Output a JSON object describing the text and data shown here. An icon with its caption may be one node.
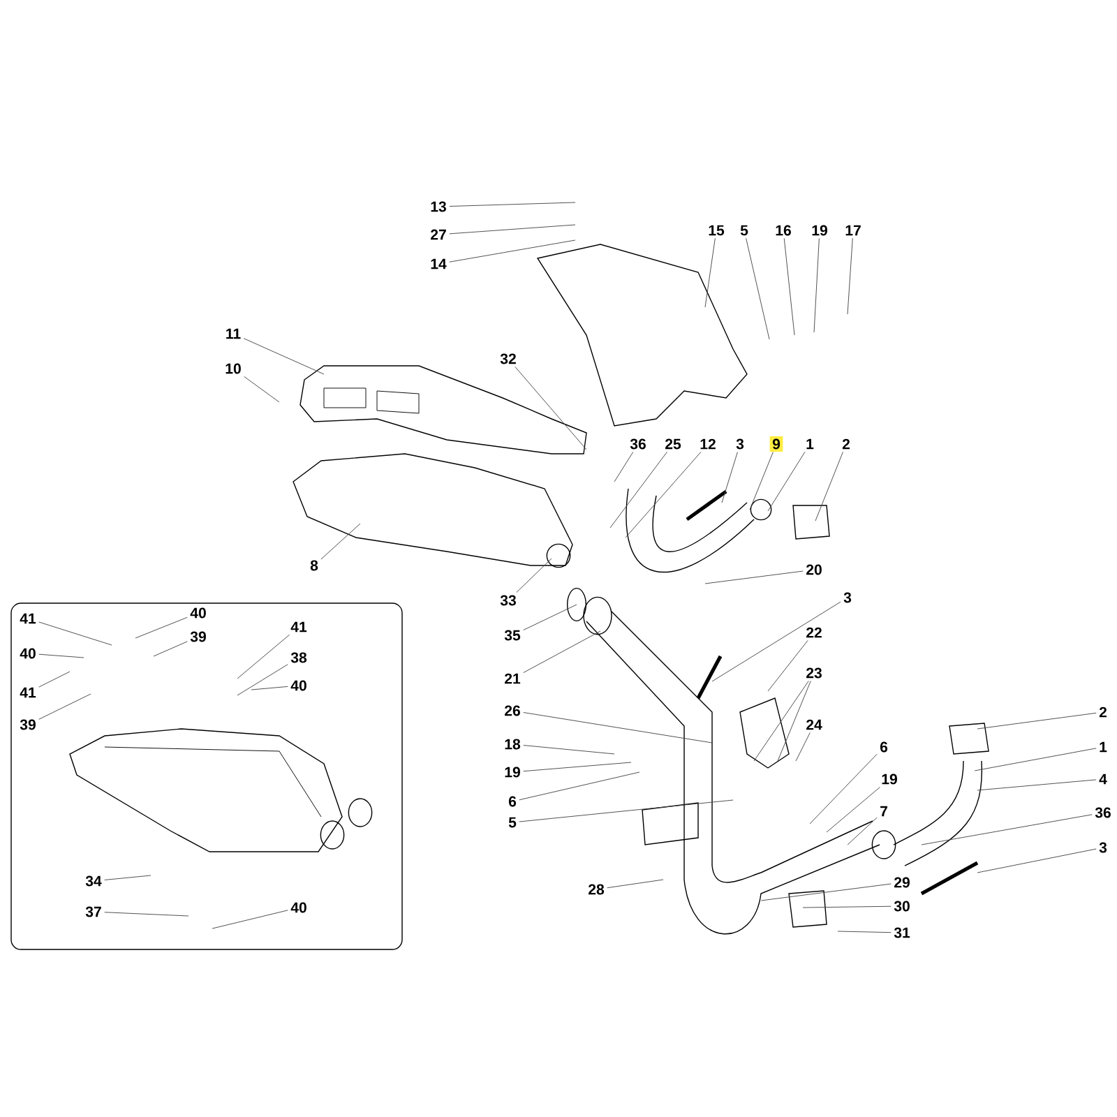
{
  "diagram": {
    "nodes": [
      {
        "text": [
          "13"
        ]
      },
      {
        "text": [
          "27"
        ]
      },
      {
        "text": [
          "14"
        ]
      },
      {
        "text": [
          "15"
        ]
      },
      {
        "text": [
          "5"
        ]
      },
      {
        "text": [
          "16"
        ]
      },
      {
        "text": [
          "19"
        ]
      },
      {
        "text": [
          "17"
        ]
      },
      {
        "text": [
          "11"
        ]
      },
      {
        "text": [
          "32"
        ]
      },
      {
        "text": [
          "10"
        ]
      },
      {
        "text": [
          "36"
        ]
      },
      {
        "text": [
          "25"
        ]
      },
      {
        "text": [
          "12"
        ]
      },
      {
        "text": [
          "3"
        ]
      },
      {
        "text": [
          "9"
        ]
      },
      {
        "text": [
          "1"
        ]
      },
      {
        "text": [
          "2"
        ]
      },
      {
        "text": [
          "8"
        ]
      },
      {
        "text": [
          "20"
        ]
      },
      {
        "text": [
          "33"
        ]
      },
      {
        "text": [
          "3"
        ]
      },
      {
        "text": [],
        "shape": "box"
      },
      {
        "text": [
          "41"
        ],
        "in": 22
      },
      {
        "text": [
          "40"
        ],
        "in": 22
      },
      {
        "text": [
          "39"
        ],
        "in": 22
      },
      {
        "text": [
          "41"
        ],
        "in": 22
      },
      {
        "text": [
          "40"
        ],
        "in": 22
      },
      {
        "text": [
          "38"
        ],
        "in": 22
      },
      {
        "text": [
          "40"
        ],
        "in": 22
      },
      {
        "text": [
          "41"
        ],
        "in": 22
      },
      {
        "text": [
          "39"
        ],
        "in": 22
      },
      {
        "text": [
          "34"
        ],
        "in": 22
      },
      {
        "text": [
          "37"
        ],
        "in": 22
      },
      {
        "text": [
          "40"
        ],
        "in": 22
      },
      {
        "text": [
          "35"
        ]
      },
      {
        "text": [
          "22"
        ]
      },
      {
        "text": [
          "23"
        ]
      },
      {
        "text": [
          "21"
        ]
      },
      {
        "text": [
          "26"
        ]
      },
      {
        "text": [
          "2"
        ]
      },
      {
        "text": [
          "24"
        ]
      },
      {
        "text": [
          "18"
        ]
      },
      {
        "text": [
          "6"
        ]
      },
      {
        "text": [
          "1"
        ]
      },
      {
        "text": [
          "19"
        ]
      },
      {
        "text": [
          "19"
        ]
      },
      {
        "text": [
          "4"
        ]
      },
      {
        "text": [
          "6"
        ]
      },
      {
        "text": [
          "7"
        ]
      },
      {
        "text": [
          "36"
        ]
      },
      {
        "text": [
          "5"
        ]
      },
      {
        "text": [
          "3"
        ]
      },
      {
        "text": [
          "29"
        ]
      },
      {
        "text": [
          "28"
        ]
      },
      {
        "text": [
          "30"
        ]
      },
      {
        "text": [
          "31"
        ]
      }
    ],
    "edges": [
      {
        "from": 0,
        "to": null,
        "arrow": "none"
      },
      {
        "from": 1,
        "to": null,
        "arrow": "none"
      },
      {
        "from": 2,
        "to": null,
        "arrow": "none"
      },
      {
        "from": 3,
        "to": null,
        "arrow": "none"
      },
      {
        "from": 4,
        "to": null,
        "arrow": "none"
      },
      {
        "from": 5,
        "to": null,
        "arrow": "none"
      },
      {
        "from": 6,
        "to": null,
        "arrow": "none"
      },
      {
        "from": 7,
        "to": null,
        "arrow": "none"
      },
      {
        "from": 8,
        "to": null,
        "arrow": "none"
      },
      {
        "from": 9,
        "to": null,
        "arrow": "none"
      },
      {
        "from": 10,
        "to": null,
        "arrow": "none"
      },
      {
        "from": 11,
        "to": null,
        "arrow": "none"
      },
      {
        "from": 12,
        "to": null,
        "arrow": "none"
      },
      {
        "from": 13,
        "to": null,
        "arrow": "none"
      },
      {
        "from": 14,
        "to": null,
        "arrow": "none"
      },
      {
        "from": 15,
        "to": null,
        "arrow": "none"
      },
      {
        "from": 16,
        "to": null,
        "arrow": "none"
      },
      {
        "from": 17,
        "to": null,
        "arrow": "none"
      },
      {
        "from": 18,
        "to": null,
        "arrow": "none"
      },
      {
        "from": 19,
        "to": null,
        "arrow": "none"
      },
      {
        "from": 20,
        "to": null,
        "arrow": "none"
      },
      {
        "from": 21,
        "to": null,
        "arrow": "none"
      },
      {
        "from": 23,
        "to": null,
        "arrow": "none"
      },
      {
        "from": 24,
        "to": null,
        "arrow": "none"
      },
      {
        "from": 25,
        "to": null,
        "arrow": "none"
      },
      {
        "from": 26,
        "to": null,
        "arrow": "none"
      },
      {
        "from": 27,
        "to": null,
        "arrow": "none"
      },
      {
        "from": 28,
        "to": null,
        "arrow": "none"
      },
      {
        "from": 29,
        "to": null,
        "arrow": "none"
      },
      {
        "from": 30,
        "to": null,
        "arrow": "none"
      },
      {
        "from": 31,
        "to": null,
        "arrow": "none"
      },
      {
        "from": 32,
        "to": null,
        "arrow": "none"
      },
      {
        "from": 33,
        "to": null,
        "arrow": "none"
      },
      {
        "from": 34,
        "to": null,
        "arrow": "none"
      },
      {
        "from": 35,
        "to": null,
        "arrow": "none"
      },
      {
        "from": 36,
        "to": null,
        "arrow": "none"
      },
      {
        "from": 37,
        "to": null,
        "arrow": "none"
      },
      {
        "from": 37,
        "to": null,
        "arrow": "none"
      },
      {
        "from": 38,
        "to": null,
        "arrow": "none"
      },
      {
        "from": 39,
        "to": null,
        "arrow": "none"
      },
      {
        "from": 40,
        "to": null,
        "arrow": "none"
      },
      {
        "from": 41,
        "to": null,
        "arrow": "none"
      },
      {
        "from": 42,
        "to": null,
        "arrow": "none"
      },
      {
        "from": 43,
        "to": null,
        "arrow": "none"
      },
      {
        "from": 44,
        "to": null,
        "arrow": "none"
      },
      {
        "from": 45,
        "to": null,
        "arrow": "none"
      },
      {
        "from": 46,
        "to": null,
        "arrow": "none"
      },
      {
        "from": 47,
        "to": null,
        "arrow": "none"
      },
      {
        "from": 48,
        "to": null,
        "arrow": "none"
      },
      {
        "from": 49,
        "to": null,
        "arrow": "none"
      },
      {
        "from": 50,
        "to": null,
        "arrow": "none"
      },
      {
        "from": 51,
        "to": null,
        "arrow": "none"
      },
      {
        "from": 52,
        "to": null,
        "arrow": "none"
      },
      {
        "from": 53,
        "to": null,
        "arrow": "none"
      },
      {
        "from": 54,
        "to": null,
        "arrow": "none"
      },
      {
        "from": 55,
        "to": null,
        "arrow": "none"
      },
      {
        "from": 56,
        "to": null,
        "arrow": "none"
      }
    ]
  }
}
